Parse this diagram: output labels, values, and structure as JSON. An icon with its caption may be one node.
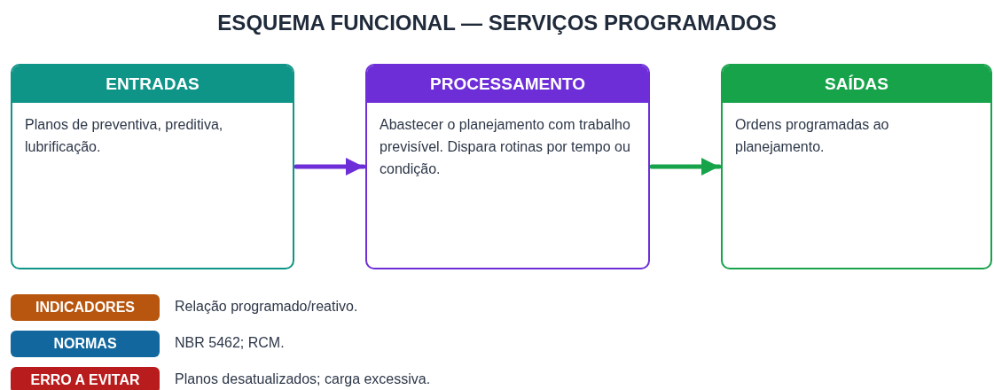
{
  "diagram": {
    "title": "ESQUEMA FUNCIONAL — SERVIÇOS PROGRAMADOS",
    "nodes": [
      {
        "text": [
          "ENTRADAS",
          "Planos de preventiva, preditiva, lubrificação."
        ]
      },
      {
        "text": [
          "PROCESSAMENTO",
          "Abastecer o planejamento com trabalho previsível. Dispara rotinas por tempo ou condição."
        ]
      },
      {
        "text": [
          "SAÍDAS",
          "Ordens programadas ao planejamento."
        ]
      },
      {
        "text": [
          "INDICADORES"
        ],
        "beside": [
          "Relação programado/reativo."
        ]
      },
      {
        "text": [
          "NORMAS"
        ],
        "beside": [
          "NBR 5462; RCM."
        ]
      },
      {
        "text": [
          "ERRO A EVITAR"
        ],
        "beside": [
          "Planos desatualizados; carga excessiva."
        ]
      }
    ],
    "edges": [
      {
        "from": 0,
        "to": 1,
        "arrow": "to",
        "color": "#6d2ed8"
      },
      {
        "from": 1,
        "to": 2,
        "arrow": "to",
        "color": "#17a34a"
      }
    ]
  }
}
